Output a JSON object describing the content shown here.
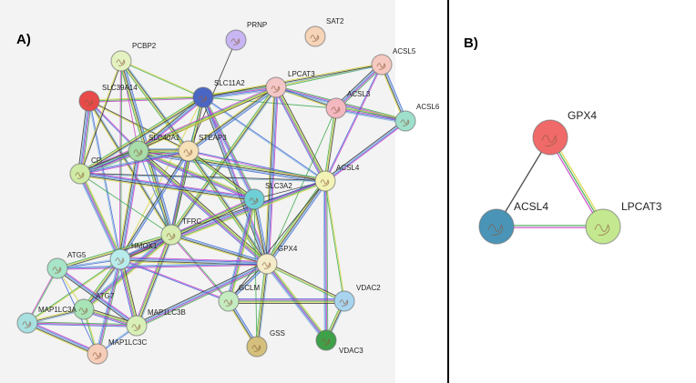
{
  "panels": {
    "a": {
      "label": "A)"
    },
    "b": {
      "label": "B)"
    }
  },
  "network_a": {
    "nodes": [
      {
        "id": "PRNP",
        "label": "PRNP",
        "color": "#c7b6f2"
      },
      {
        "id": "SAT2",
        "label": "SAT2",
        "color": "#f5d4b8"
      },
      {
        "id": "PCBP2",
        "label": "PCBP2",
        "color": "#e4f2c2"
      },
      {
        "id": "LPCAT3",
        "label": "LPCAT3",
        "color": "#f4c7c7"
      },
      {
        "id": "ACSL5",
        "label": "ACSL5",
        "color": "#f6c9c0"
      },
      {
        "id": "SLC39A14",
        "label": "SLC39A14",
        "color": "#e84a4a"
      },
      {
        "id": "SLC11A2",
        "label": "SLC11A2",
        "color": "#4a66c4"
      },
      {
        "id": "ACSL3",
        "label": "ACSL3",
        "color": "#f4b8c0"
      },
      {
        "id": "ACSL6",
        "label": "ACSL6",
        "color": "#9fe0cc"
      },
      {
        "id": "SLC40A1",
        "label": "SLC40A1",
        "color": "#a8dca8"
      },
      {
        "id": "STEAP3",
        "label": "STEAP3",
        "color": "#f6e0b8"
      },
      {
        "id": "CP",
        "label": "CP",
        "color": "#cfeaa4"
      },
      {
        "id": "ACSL4",
        "label": "ACSL4",
        "color": "#f2f2b4"
      },
      {
        "id": "SLC3A2",
        "label": "SLC3A2",
        "color": "#6fcfd6"
      },
      {
        "id": "TFRC",
        "label": "TFRC",
        "color": "#d6ecb0"
      },
      {
        "id": "HMOX1",
        "label": "HMOX1",
        "color": "#b8ecec"
      },
      {
        "id": "ATG5",
        "label": "ATG5",
        "color": "#a8e4c8"
      },
      {
        "id": "GPX4",
        "label": "GPX4",
        "color": "#f4ecc8"
      },
      {
        "id": "ATG7",
        "label": "ATG7",
        "color": "#a8e4b8"
      },
      {
        "id": "VDAC2",
        "label": "VDAC2",
        "color": "#a8d4f0"
      },
      {
        "id": "GCLM",
        "label": "GCLM",
        "color": "#c4ecc0"
      },
      {
        "id": "MAP1LC3A",
        "label": "MAP1LC3A",
        "color": "#a8e0e0"
      },
      {
        "id": "MAP1LC3B",
        "label": "MAP1LC3B",
        "color": "#d8f0b8"
      },
      {
        "id": "MAP1LC3C",
        "label": "MAP1LC3C",
        "color": "#f6cdb8"
      },
      {
        "id": "GSS",
        "label": "GSS",
        "color": "#d4c07c"
      },
      {
        "id": "VDAC3",
        "label": "VDAC3",
        "color": "#3fa04a"
      }
    ],
    "edges": [
      [
        "PRNP",
        "STEAP3"
      ],
      [
        "SLC39A14",
        "SLC11A2"
      ],
      [
        "SLC39A14",
        "CP"
      ],
      [
        "SLC39A14",
        "SLC40A1"
      ],
      [
        "SLC39A14",
        "HMOX1"
      ],
      [
        "SLC39A14",
        "TFRC"
      ],
      [
        "SLC39A14",
        "STEAP3"
      ],
      [
        "PCBP2",
        "SLC11A2"
      ],
      [
        "PCBP2",
        "HMOX1"
      ],
      [
        "PCBP2",
        "SLC40A1"
      ],
      [
        "PCBP2",
        "TFRC"
      ],
      [
        "PCBP2",
        "STEAP3"
      ],
      [
        "PCBP2",
        "CP"
      ],
      [
        "SLC11A2",
        "LPCAT3"
      ],
      [
        "SLC11A2",
        "ACSL3"
      ],
      [
        "SLC11A2",
        "SLC40A1"
      ],
      [
        "SLC11A2",
        "STEAP3"
      ],
      [
        "SLC11A2",
        "CP"
      ],
      [
        "SLC11A2",
        "TFRC"
      ],
      [
        "SLC11A2",
        "HMOX1"
      ],
      [
        "SLC11A2",
        "SLC3A2"
      ],
      [
        "SLC11A2",
        "GPX4"
      ],
      [
        "SLC11A2",
        "ACSL4"
      ],
      [
        "LPCAT3",
        "ACSL3"
      ],
      [
        "LPCAT3",
        "ACSL4"
      ],
      [
        "LPCAT3",
        "ACSL5"
      ],
      [
        "LPCAT3",
        "ACSL6"
      ],
      [
        "LPCAT3",
        "GPX4"
      ],
      [
        "LPCAT3",
        "STEAP3"
      ],
      [
        "LPCAT3",
        "TFRC"
      ],
      [
        "LPCAT3",
        "CP"
      ],
      [
        "LPCAT3",
        "SLC40A1"
      ],
      [
        "ACSL5",
        "ACSL3"
      ],
      [
        "ACSL5",
        "ACSL4"
      ],
      [
        "ACSL5",
        "ACSL6"
      ],
      [
        "ACSL5",
        "SLC11A2"
      ],
      [
        "ACSL3",
        "ACSL4"
      ],
      [
        "ACSL3",
        "ACSL6"
      ],
      [
        "ACSL3",
        "GPX4"
      ],
      [
        "ACSL6",
        "ACSL4"
      ],
      [
        "ACSL4",
        "GPX4"
      ],
      [
        "ACSL4",
        "TFRC"
      ],
      [
        "ACSL4",
        "SLC3A2"
      ],
      [
        "ACSL4",
        "VDAC2"
      ],
      [
        "ACSL4",
        "VDAC3"
      ],
      [
        "ACSL4",
        "STEAP3"
      ],
      [
        "ACSL4",
        "SLC40A1"
      ],
      [
        "ACSL4",
        "CP"
      ],
      [
        "ACSL4",
        "GCLM"
      ],
      [
        "ACSL4",
        "HMOX1"
      ],
      [
        "SLC40A1",
        "CP"
      ],
      [
        "SLC40A1",
        "HMOX1"
      ],
      [
        "SLC40A1",
        "TFRC"
      ],
      [
        "SLC40A1",
        "STEAP3"
      ],
      [
        "SLC40A1",
        "GPX4"
      ],
      [
        "SLC40A1",
        "SLC3A2"
      ],
      [
        "STEAP3",
        "TFRC"
      ],
      [
        "STEAP3",
        "CP"
      ],
      [
        "STEAP3",
        "HMOX1"
      ],
      [
        "STEAP3",
        "GPX4"
      ],
      [
        "STEAP3",
        "SLC3A2"
      ],
      [
        "CP",
        "HMOX1"
      ],
      [
        "CP",
        "TFRC"
      ],
      [
        "CP",
        "SLC3A2"
      ],
      [
        "SLC3A2",
        "GPX4"
      ],
      [
        "SLC3A2",
        "TFRC"
      ],
      [
        "SLC3A2",
        "HMOX1"
      ],
      [
        "SLC3A2",
        "GCLM"
      ],
      [
        "SLC3A2",
        "GSS"
      ],
      [
        "TFRC",
        "HMOX1"
      ],
      [
        "TFRC",
        "GPX4"
      ],
      [
        "TFRC",
        "MAP1LC3B"
      ],
      [
        "TFRC",
        "ATG5"
      ],
      [
        "TFRC",
        "ATG7"
      ],
      [
        "TFRC",
        "GCLM"
      ],
      [
        "HMOX1",
        "GPX4"
      ],
      [
        "HMOX1",
        "ATG5"
      ],
      [
        "HMOX1",
        "ATG7"
      ],
      [
        "HMOX1",
        "MAP1LC3B"
      ],
      [
        "HMOX1",
        "MAP1LC3A"
      ],
      [
        "HMOX1",
        "MAP1LC3C"
      ],
      [
        "HMOX1",
        "GCLM"
      ],
      [
        "GPX4",
        "GCLM"
      ],
      [
        "GPX4",
        "GSS"
      ],
      [
        "GPX4",
        "VDAC2"
      ],
      [
        "GPX4",
        "VDAC3"
      ],
      [
        "GPX4",
        "MAP1LC3B"
      ],
      [
        "GPX4",
        "ATG5"
      ],
      [
        "GCLM",
        "GSS"
      ],
      [
        "VDAC2",
        "VDAC3"
      ],
      [
        "VDAC2",
        "GCLM"
      ],
      [
        "ATG5",
        "ATG7"
      ],
      [
        "ATG5",
        "MAP1LC3A"
      ],
      [
        "ATG5",
        "MAP1LC3B"
      ],
      [
        "ATG5",
        "MAP1LC3C"
      ],
      [
        "ATG7",
        "MAP1LC3A"
      ],
      [
        "ATG7",
        "MAP1LC3B"
      ],
      [
        "ATG7",
        "MAP1LC3C"
      ],
      [
        "MAP1LC3A",
        "MAP1LC3B"
      ],
      [
        "MAP1LC3A",
        "MAP1LC3C"
      ],
      [
        "MAP1LC3B",
        "MAP1LC3C"
      ]
    ]
  },
  "network_b": {
    "nodes": [
      {
        "id": "GPX4",
        "label": "GPX4",
        "color": "#f06a6a"
      },
      {
        "id": "ACSL4",
        "label": "ACSL4",
        "color": "#4a94b8"
      },
      {
        "id": "LPCAT3",
        "label": "LPCAT3",
        "color": "#c4e890"
      }
    ],
    "edges": [
      [
        "GPX4",
        "ACSL4"
      ],
      [
        "GPX4",
        "LPCAT3"
      ],
      [
        "ACSL4",
        "LPCAT3"
      ]
    ]
  },
  "edge_colors": [
    "#2f2f2f",
    "#d4d436",
    "#3aa84a",
    "#c83cc8",
    "#3c64d8",
    "#7ab0d8"
  ]
}
